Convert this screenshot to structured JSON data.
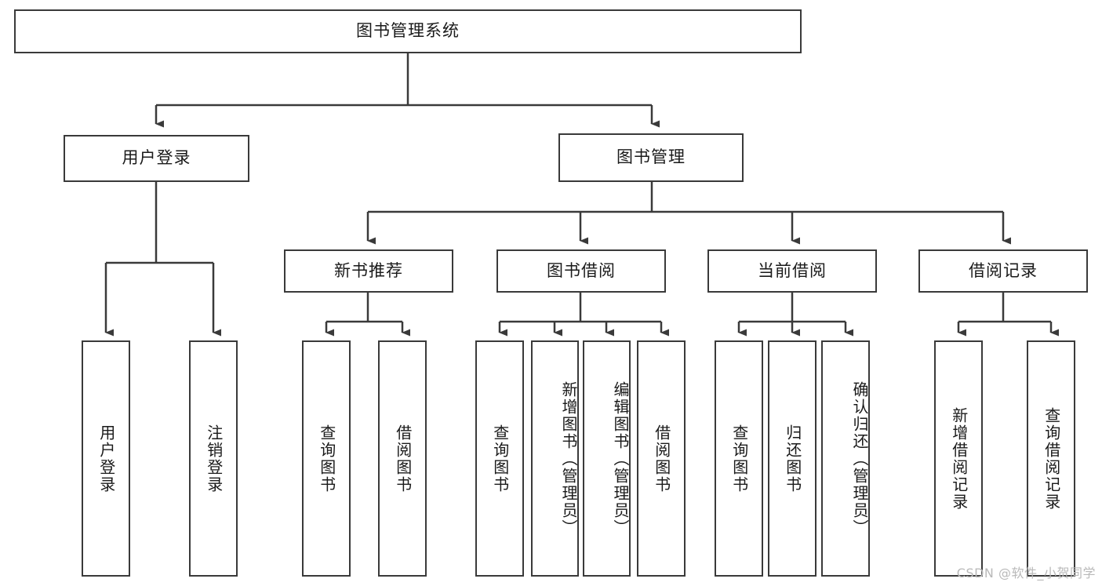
{
  "diagram": {
    "type": "tree-hierarchy",
    "title": "图书管理系统",
    "watermark": "CSDN @软件_小贺同学",
    "colors": {
      "stroke": "#3a3a3a",
      "fill": "#ffffff",
      "text": "#1a1a1a",
      "watermark": "#b9b9b9"
    },
    "root": {
      "label": "图书管理系统",
      "id": "root"
    },
    "level2": [
      {
        "id": "user-login",
        "label": "用户登录"
      },
      {
        "id": "book-manage",
        "label": "图书管理"
      }
    ],
    "level3": [
      {
        "id": "new-book-rec",
        "label": "新书推荐",
        "parent": "book-manage"
      },
      {
        "id": "book-borrow",
        "label": "图书借阅",
        "parent": "book-manage"
      },
      {
        "id": "current-borrow",
        "label": "当前借阅",
        "parent": "book-manage"
      },
      {
        "id": "borrow-record",
        "label": "借阅记录",
        "parent": "book-manage"
      }
    ],
    "leaves": [
      {
        "id": "leaf-user-login",
        "label": "用户登录",
        "parent": "user-login",
        "align": "middle"
      },
      {
        "id": "leaf-user-logout",
        "label": "注销登录",
        "parent": "user-login",
        "align": "middle"
      },
      {
        "id": "leaf-query-book-1",
        "label": "查询图书",
        "parent": "new-book-rec",
        "align": "middle"
      },
      {
        "id": "leaf-borrow-book-1",
        "label": "借阅图书",
        "parent": "new-book-rec",
        "align": "middle"
      },
      {
        "id": "leaf-query-book-2",
        "label": "查询图书",
        "parent": "book-borrow",
        "align": "middle"
      },
      {
        "id": "leaf-add-book",
        "label": "新增图书（管理员）",
        "parent": "book-borrow",
        "align": "top"
      },
      {
        "id": "leaf-edit-book",
        "label": "编辑图书（管理员）",
        "parent": "book-borrow",
        "align": "top"
      },
      {
        "id": "leaf-borrow-book-2",
        "label": "借阅图书",
        "parent": "book-borrow",
        "align": "middle"
      },
      {
        "id": "leaf-query-book-3",
        "label": "查询图书",
        "parent": "current-borrow",
        "align": "middle"
      },
      {
        "id": "leaf-return-book",
        "label": "归还图书",
        "parent": "current-borrow",
        "align": "middle"
      },
      {
        "id": "leaf-confirm-return",
        "label": "确认归还（管理员）",
        "parent": "current-borrow",
        "align": "top"
      },
      {
        "id": "leaf-add-record",
        "label": "新增借阅记录",
        "parent": "borrow-record",
        "align": "middle"
      },
      {
        "id": "leaf-query-record",
        "label": "查询借阅记录",
        "parent": "borrow-record",
        "align": "middle"
      }
    ]
  }
}
